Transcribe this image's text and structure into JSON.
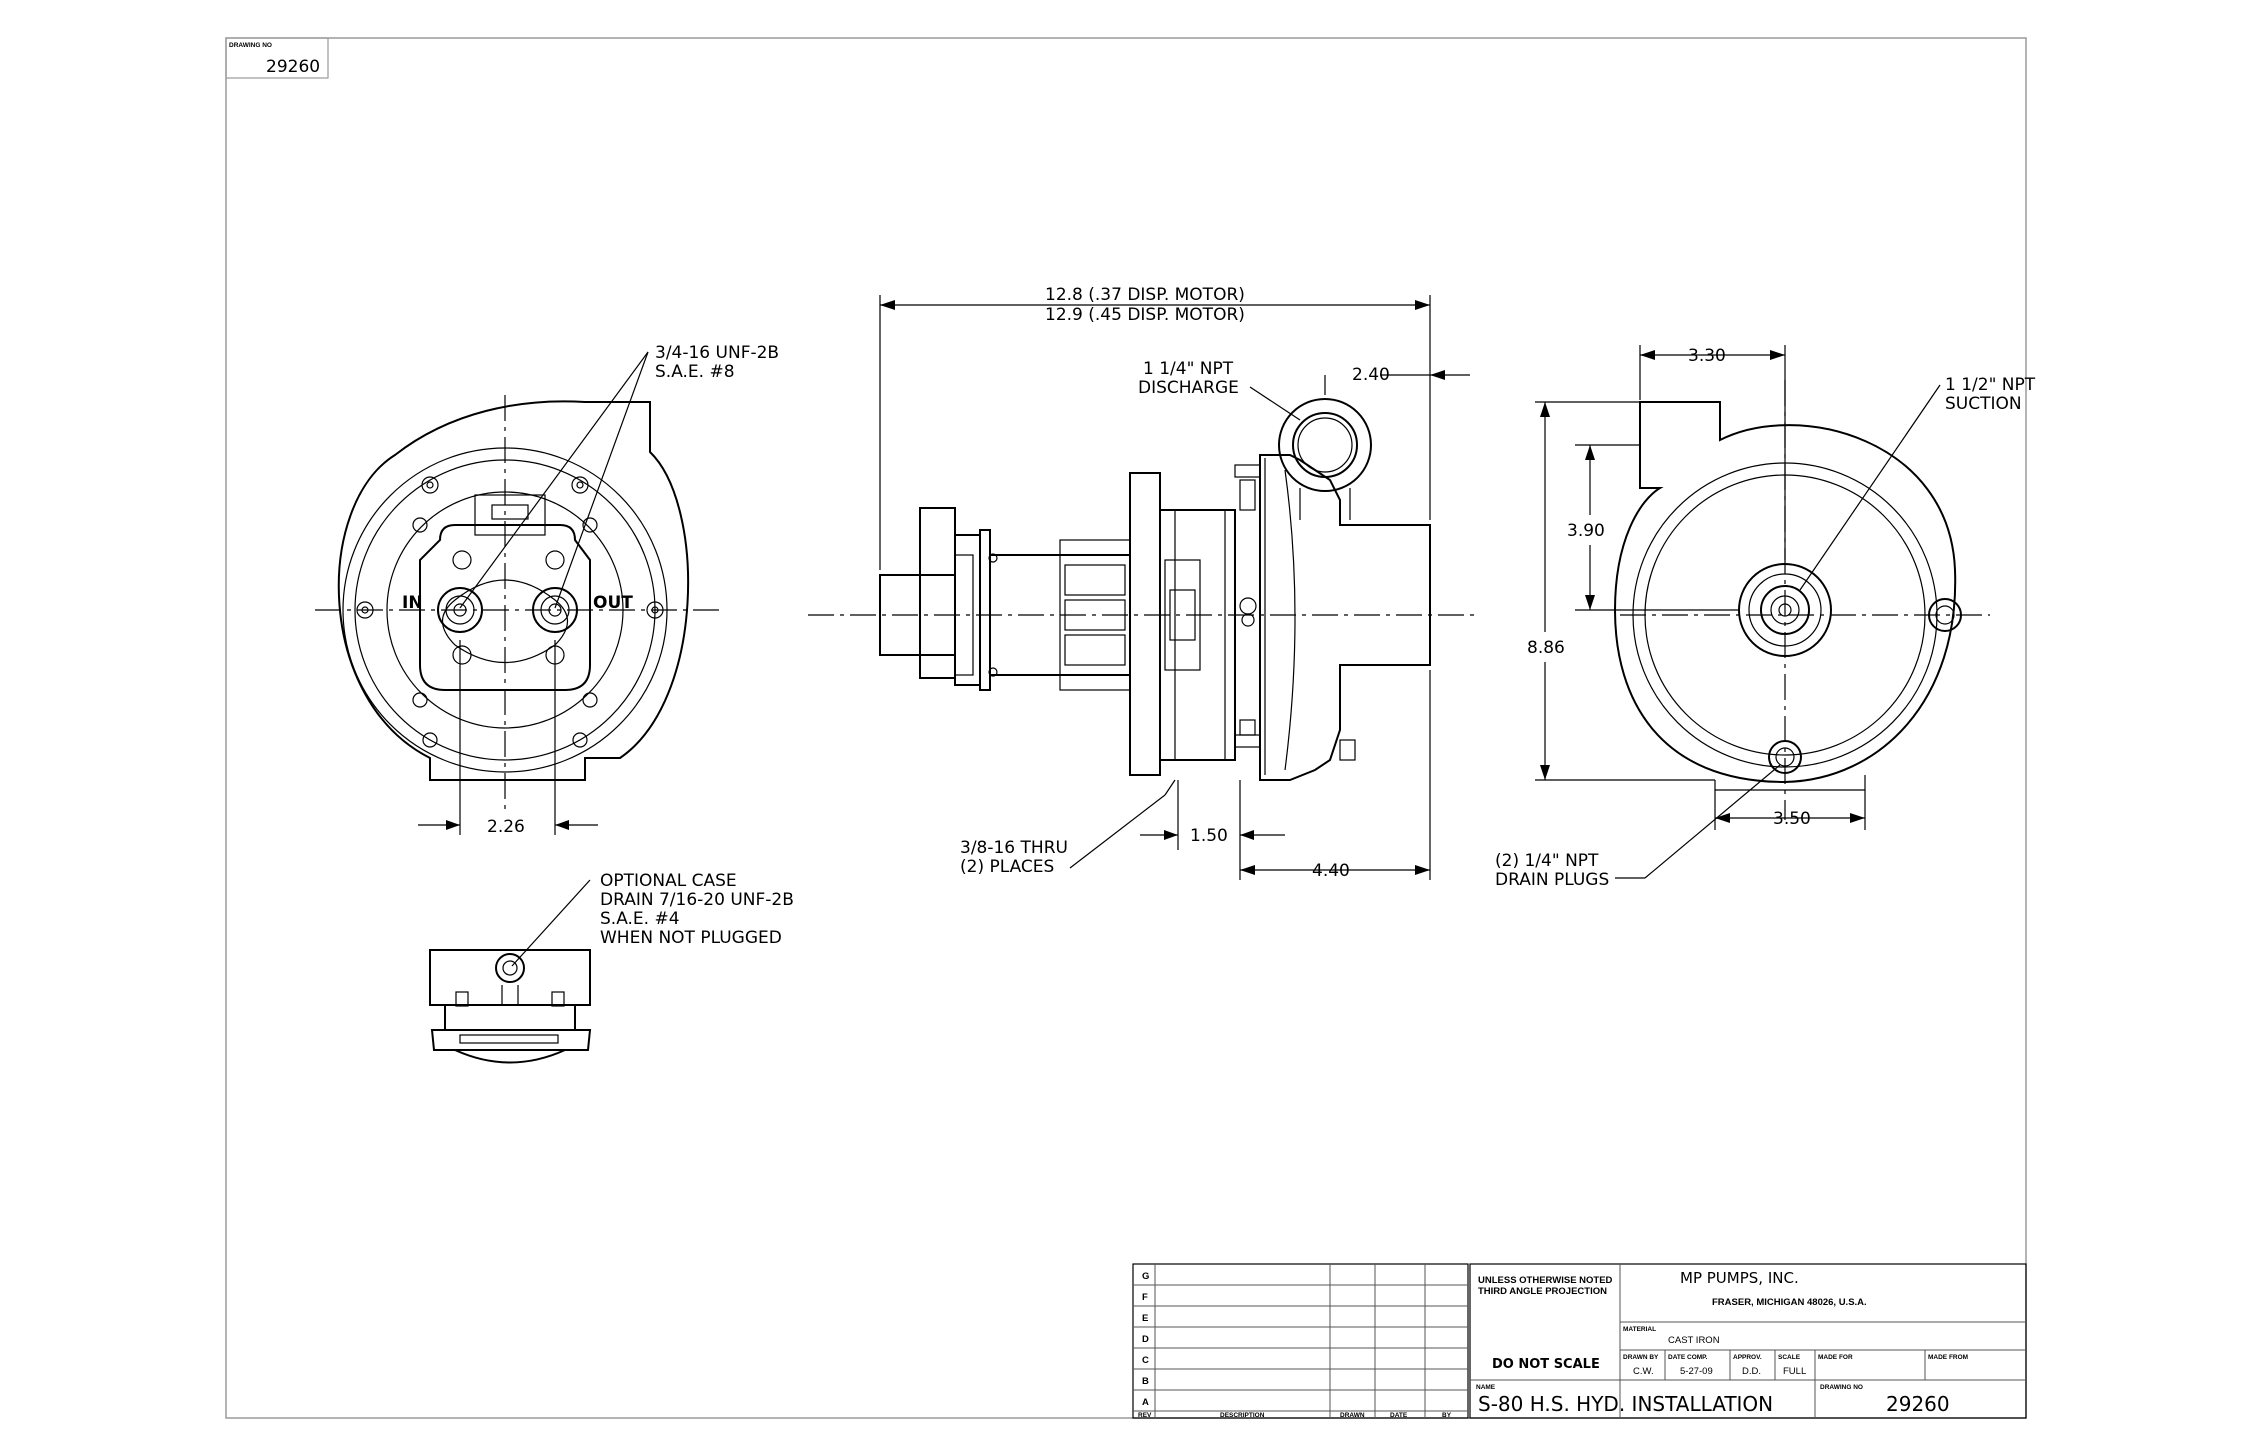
{
  "corner_box": {
    "label": "DRAWING NO",
    "number": "29260"
  },
  "views": {
    "rear": {
      "port_callout": [
        "3/4-16 UNF-2B",
        "S.A.E. #8"
      ],
      "in_label": "IN",
      "out_label": "OUT",
      "port_spacing": "2.26"
    },
    "detail": {
      "drain_callout": [
        "OPTIONAL CASE",
        "DRAIN 7/16-20 UNF-2B",
        "S.A.E. #4",
        "WHEN NOT PLUGGED"
      ]
    },
    "side": {
      "overall_length": [
        "12.8 (.37 DISP. MOTOR)",
        "12.9 (.45 DISP. MOTOR)"
      ],
      "discharge_callout": [
        "1 1/4\" NPT",
        "DISCHARGE"
      ],
      "discharge_offset": "2.40",
      "mount_callout": [
        "3/8-16 THRU",
        "(2) PLACES"
      ],
      "mount_offset": "1.50",
      "base_to_end": "4.40"
    },
    "front": {
      "suction_offset": "3.30",
      "suction_callout": [
        "1 1/2\" NPT",
        "SUCTION"
      ],
      "shaft_height": "3.90",
      "overall_height": "8.86",
      "base_width": "3.50",
      "drain_callout": [
        "(2) 1/4\" NPT",
        "DRAIN PLUGS"
      ]
    }
  },
  "title_block": {
    "rev_letters": [
      "G",
      "F",
      "E",
      "D",
      "C",
      "B",
      "A"
    ],
    "rev_headers": {
      "rev": "REV",
      "description": "DESCRIPTION",
      "drawn": "DRAWN",
      "date": "DATE",
      "by": "BY"
    },
    "notes": [
      "UNLESS OTHERWISE NOTED",
      "THIRD ANGLE PROJECTION"
    ],
    "do_not_scale": "DO NOT SCALE",
    "company": "MP PUMPS, INC.",
    "address": "FRASER, MICHIGAN  48026, U.S.A.",
    "material_label": "MATERIAL",
    "material": "CAST IRON",
    "drawn_by_label": "DRAWN BY",
    "drawn_by": "C.W.",
    "date_comp_label": "DATE COMP.",
    "date_comp": "5-27-09",
    "approv_label": "APPROV.",
    "approv": "D.D.",
    "scale_label": "SCALE",
    "scale": "FULL",
    "made_for_label": "MADE FOR",
    "made_from_label": "MADE FROM",
    "name_label": "NAME",
    "name": "S-80 H.S. HYD. INSTALLATION",
    "drawing_no_label": "DRAWING NO",
    "drawing_no": "29260"
  }
}
